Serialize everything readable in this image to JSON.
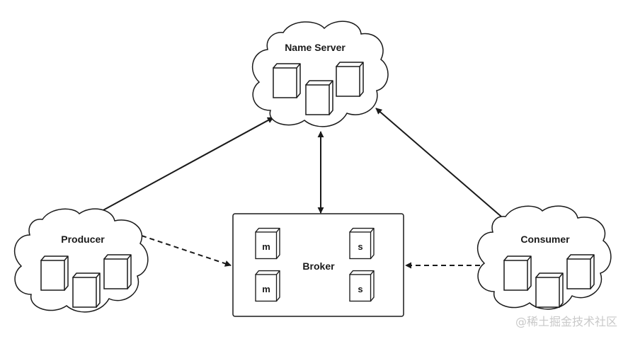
{
  "nodes": {
    "name_server": {
      "label": "Name Server"
    },
    "producer": {
      "label": "Producer"
    },
    "consumer": {
      "label": "Consumer"
    },
    "broker": {
      "label": "Broker",
      "masters": [
        "m",
        "m"
      ],
      "slaves": [
        "s",
        "s"
      ]
    }
  },
  "edges": [
    {
      "from": "producer",
      "to": "name_server",
      "style": "solid"
    },
    {
      "from": "broker",
      "to": "name_server",
      "style": "solid",
      "bidirectional": true
    },
    {
      "from": "consumer",
      "to": "name_server",
      "style": "solid"
    },
    {
      "from": "producer",
      "to": "broker",
      "style": "dashed"
    },
    {
      "from": "consumer",
      "to": "broker",
      "style": "dashed"
    }
  ],
  "watermark": "@稀土掘金技术社区"
}
